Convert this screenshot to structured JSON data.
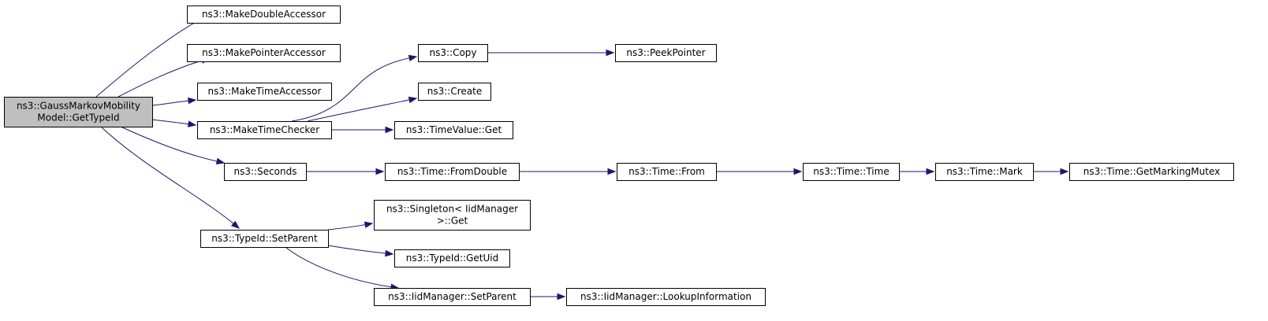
{
  "diagram": {
    "nodes": [
      {
        "id": "root",
        "lines": [
          "ns3::GaussMarkovMobility",
          "Model::GetTypeId"
        ]
      },
      {
        "id": "mkdbl",
        "lines": [
          "ns3::MakeDoubleAccessor"
        ]
      },
      {
        "id": "mkptr",
        "lines": [
          "ns3::MakePointerAccessor"
        ]
      },
      {
        "id": "mktimeacc",
        "lines": [
          "ns3::MakeTimeAccessor"
        ]
      },
      {
        "id": "mktimechk",
        "lines": [
          "ns3::MakeTimeChecker"
        ]
      },
      {
        "id": "seconds",
        "lines": [
          "ns3::Seconds"
        ]
      },
      {
        "id": "setparent",
        "lines": [
          "ns3::TypeId::SetParent"
        ]
      },
      {
        "id": "copy",
        "lines": [
          "ns3::Copy"
        ]
      },
      {
        "id": "peek",
        "lines": [
          "ns3::PeekPointer"
        ]
      },
      {
        "id": "create",
        "lines": [
          "ns3::Create"
        ]
      },
      {
        "id": "tvget",
        "lines": [
          "ns3::TimeValue::Get"
        ]
      },
      {
        "id": "fromdouble",
        "lines": [
          "ns3::Time::FromDouble"
        ]
      },
      {
        "id": "from",
        "lines": [
          "ns3::Time::From"
        ]
      },
      {
        "id": "timetime",
        "lines": [
          "ns3::Time::Time"
        ]
      },
      {
        "id": "mark",
        "lines": [
          "ns3::Time::Mark"
        ]
      },
      {
        "id": "mutex",
        "lines": [
          "ns3::Time::GetMarkingMutex"
        ]
      },
      {
        "id": "singleton",
        "lines": [
          "ns3::Singleton< IidManager",
          ">::Get"
        ]
      },
      {
        "id": "getuid",
        "lines": [
          "ns3::TypeId::GetUid"
        ]
      },
      {
        "id": "iidsetparent",
        "lines": [
          "ns3::IidManager::SetParent"
        ]
      },
      {
        "id": "lookup",
        "lines": [
          "ns3::IidManager::LookupInformation"
        ]
      }
    ],
    "edges": [
      {
        "from": "root",
        "to": "mkdbl"
      },
      {
        "from": "root",
        "to": "mkptr"
      },
      {
        "from": "root",
        "to": "mktimeacc"
      },
      {
        "from": "root",
        "to": "mktimechk"
      },
      {
        "from": "root",
        "to": "seconds"
      },
      {
        "from": "root",
        "to": "setparent"
      },
      {
        "from": "mktimechk",
        "to": "copy"
      },
      {
        "from": "mktimechk",
        "to": "create"
      },
      {
        "from": "mktimechk",
        "to": "tvget"
      },
      {
        "from": "copy",
        "to": "peek"
      },
      {
        "from": "seconds",
        "to": "fromdouble"
      },
      {
        "from": "fromdouble",
        "to": "from"
      },
      {
        "from": "from",
        "to": "timetime"
      },
      {
        "from": "timetime",
        "to": "mark"
      },
      {
        "from": "mark",
        "to": "mutex"
      },
      {
        "from": "setparent",
        "to": "singleton"
      },
      {
        "from": "setparent",
        "to": "getuid"
      },
      {
        "from": "setparent",
        "to": "iidsetparent"
      },
      {
        "from": "iidsetparent",
        "to": "lookup"
      }
    ]
  }
}
